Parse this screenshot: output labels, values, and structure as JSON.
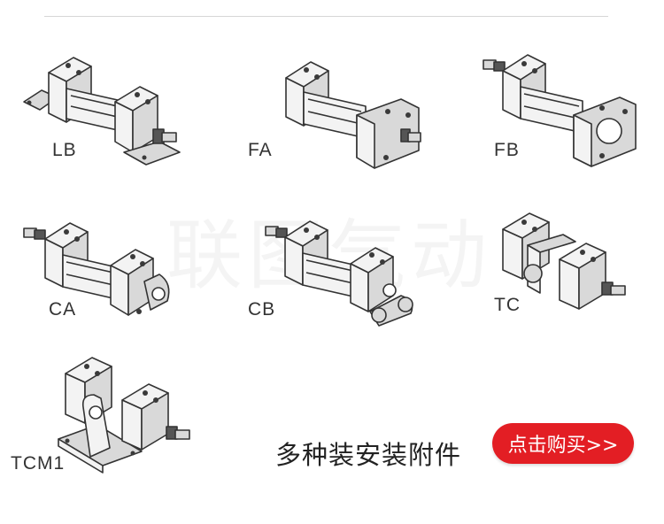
{
  "watermark": "联图气动",
  "items": [
    {
      "key": "lb",
      "label": "LB"
    },
    {
      "key": "fa",
      "label": "FA"
    },
    {
      "key": "fb",
      "label": "FB"
    },
    {
      "key": "ca",
      "label": "CA"
    },
    {
      "key": "cb",
      "label": "CB"
    },
    {
      "key": "tc",
      "label": "TC"
    },
    {
      "key": "tcm1",
      "label": "TCM1"
    }
  ],
  "caption": "多种装安装附件",
  "buy_button": {
    "label": "点击购买>>",
    "color": "#e31e24"
  }
}
